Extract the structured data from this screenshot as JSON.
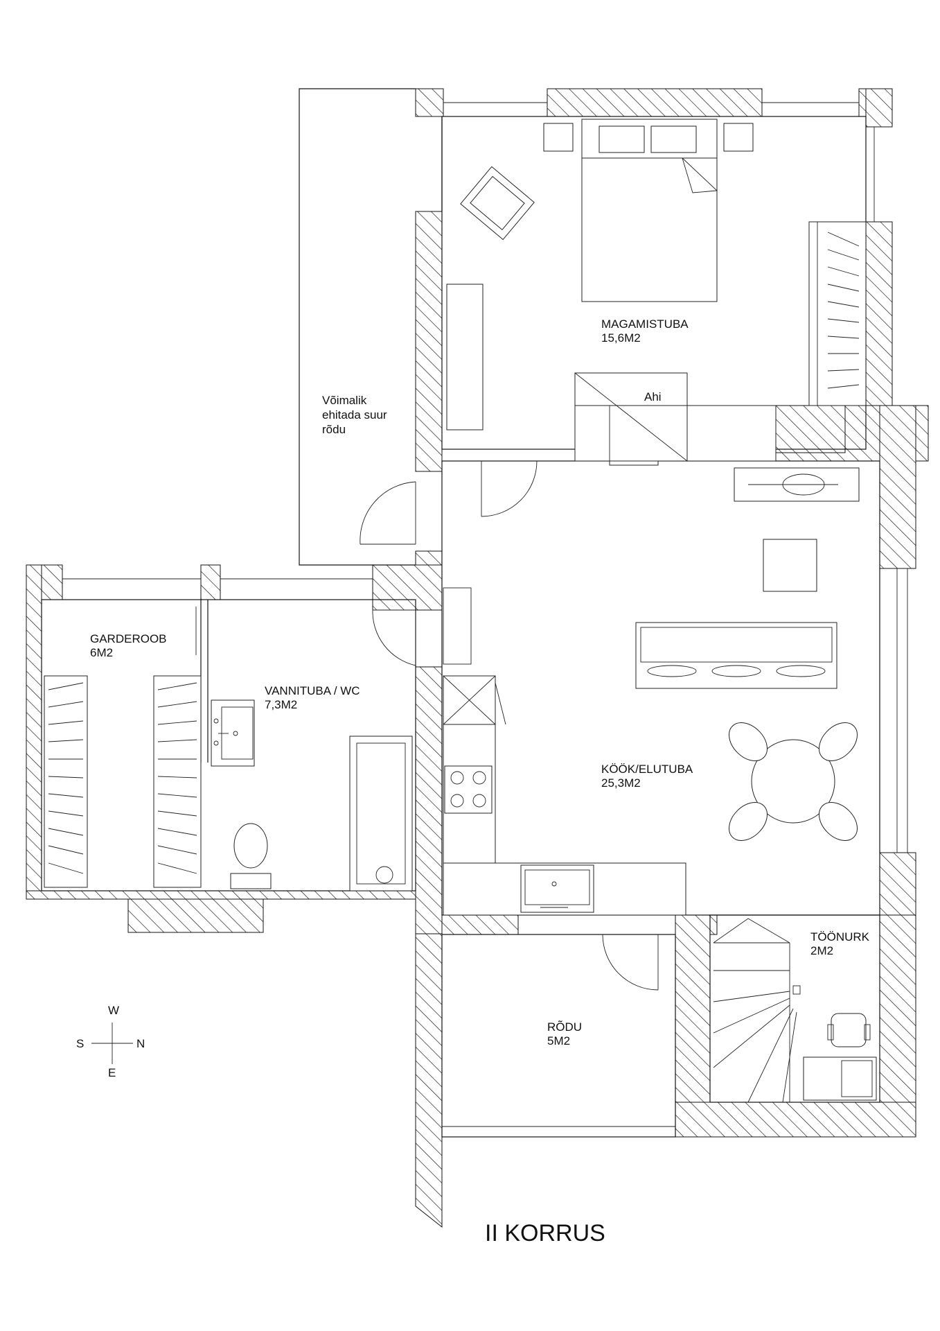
{
  "plan": {
    "title": "II KORRUS",
    "rooms": {
      "magamistuba": {
        "name": "MAGAMISTUBA",
        "area": "15,6M2"
      },
      "kook": {
        "name": "KÖÖK/ELUTUBA",
        "area": "25,3M2"
      },
      "garderoob": {
        "name": "GARDEROOB",
        "area": "6M2"
      },
      "vannituba": {
        "name": "VANNITUBA / WC",
        "area": "7,3M2"
      },
      "rodu": {
        "name": "RÕDU",
        "area": "5M2"
      },
      "toonurk": {
        "name": "TÖÖNURK",
        "area": "2M2"
      }
    },
    "stove_label": "Ahi",
    "balcony_note": [
      "Võimalik",
      "ehitada suur",
      "rõdu"
    ],
    "compass": {
      "north": "W",
      "south": "E",
      "west": "S",
      "east": "N"
    }
  }
}
